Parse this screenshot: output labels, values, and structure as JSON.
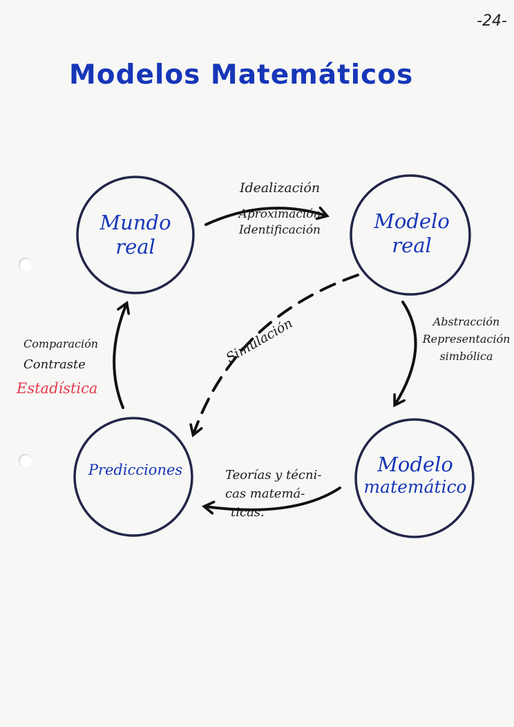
{
  "page_number": "-24-",
  "title": "Modelos Matemáticos",
  "nodes": {
    "mundo_real": [
      "Mundo",
      "real"
    ],
    "modelo_real": [
      "Modelo",
      "real"
    ],
    "modelo_matematico": [
      "Modelo",
      "matemático"
    ],
    "predicciones": [
      "Predicciones"
    ]
  },
  "edges": {
    "top": [
      "Idealización",
      "Aproximación",
      "Identificación"
    ],
    "right": [
      "Abstracción",
      "Representación",
      "simbólica"
    ],
    "bottom": [
      "Teorías y técni-",
      "cas matemá-",
      "ticas."
    ],
    "left": [
      "Comparación",
      "Contraste",
      "Estadística"
    ],
    "diagonal": "Simulación"
  },
  "colors": {
    "ink_blue": "#1636b8",
    "circle": "#23264a",
    "ink_black": "#1e1a1a",
    "ink_red": "#e43a4d"
  }
}
